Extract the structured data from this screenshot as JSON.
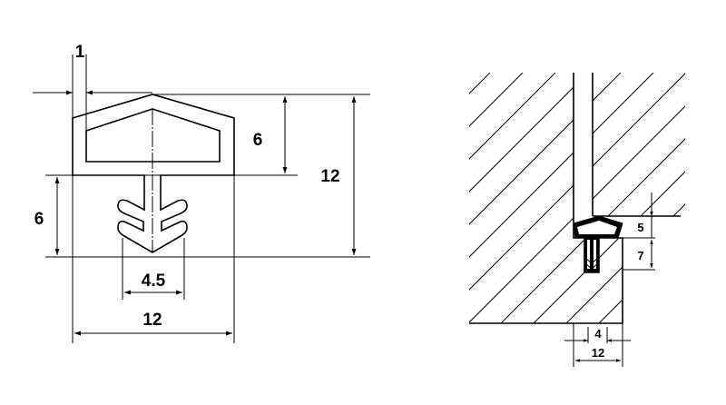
{
  "profile_drawing": {
    "dim_wall_thickness": "1",
    "dim_head_height": "6",
    "dim_stem_height": "6",
    "dim_total_height": "12",
    "dim_fin_width": "4.5",
    "dim_total_width": "12"
  },
  "installation_drawing": {
    "dim_head_depth": "5",
    "dim_stem_depth": "7",
    "dim_groove_width": "4",
    "dim_rebate_width": "12"
  },
  "colors": {
    "line": "#000000",
    "background": "#ffffff"
  }
}
